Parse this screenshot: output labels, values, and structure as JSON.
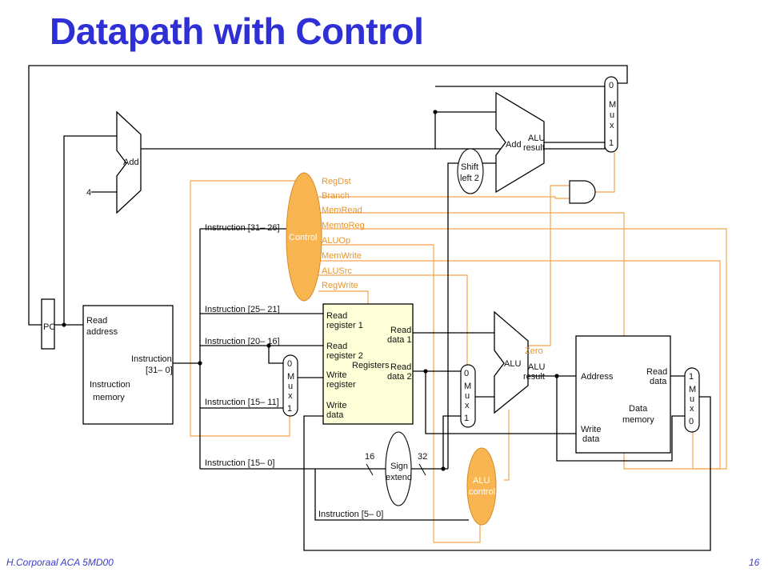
{
  "title": "Datapath with Control",
  "footer": {
    "left": "H.Corporaal   ACA 5MD00",
    "page": "16"
  },
  "colors": {
    "title": "#2f2fd6",
    "control_line": "#f4a54a",
    "control_unit": "#f8b550",
    "register_fill": "#ffffd8",
    "wire": "#000000"
  },
  "units": {
    "pc": "PC",
    "adder": "Add",
    "const4": "4",
    "branch_adder": {
      "name": "Add",
      "out1": "ALU",
      "out2": "result"
    },
    "shift": {
      "l1": "Shift",
      "l2": "left 2"
    },
    "control": "Control",
    "imem": {
      "read1": "Read",
      "read2": "address",
      "instr1": "Instruction",
      "instr2": "[31– 0]",
      "mem1": "Instruction",
      "mem2": "memory"
    },
    "regs": {
      "rr1a": "Read",
      "rr1b": "register 1",
      "rr2a": "Read",
      "rr2b": "register 2",
      "wra": "Write",
      "wrb": "register",
      "wda": "Write",
      "wdb": "data",
      "rd1a": "Read",
      "rd1b": "data 1",
      "rd2a": "Read",
      "rd2b": "data 2",
      "name": "Registers"
    },
    "alu": {
      "name": "ALU",
      "zero": "Zero",
      "out1": "ALU",
      "out2": "result"
    },
    "dmem": {
      "addr": "Address",
      "rd1": "Read",
      "rd2": "data",
      "wd1": "Write",
      "wd2": "data",
      "name1": "Data",
      "name2": "memory"
    },
    "sign_extend": {
      "l1": "Sign",
      "l2": "extend",
      "in_bits": "16",
      "out_bits": "32"
    },
    "alu_control": {
      "l1": "ALU",
      "l2": "control"
    }
  },
  "muxes": {
    "pc_mux": [
      "0",
      "M",
      "u",
      "x",
      "1"
    ],
    "regdst_mux": [
      "0",
      "M",
      "u",
      "x",
      "1"
    ],
    "alusrc_mux": [
      "0",
      "M",
      "u",
      "x",
      "1"
    ],
    "memtoreg_mux": [
      "1",
      "M",
      "u",
      "x",
      "0"
    ]
  },
  "control_signals": [
    "RegDst",
    "Branch",
    "MemRead",
    "MemtoReg",
    "ALUOp",
    "MemWrite",
    "ALUSrc",
    "RegWrite"
  ],
  "instruction_fields": {
    "f31_26": "Instruction [31– 26]",
    "f25_21": "Instruction [25– 21]",
    "f20_16": "Instruction [20– 16]",
    "f15_11": "Instruction [15– 11]",
    "f15_0": "Instruction [15– 0]",
    "f5_0": "Instruction [5– 0]"
  }
}
